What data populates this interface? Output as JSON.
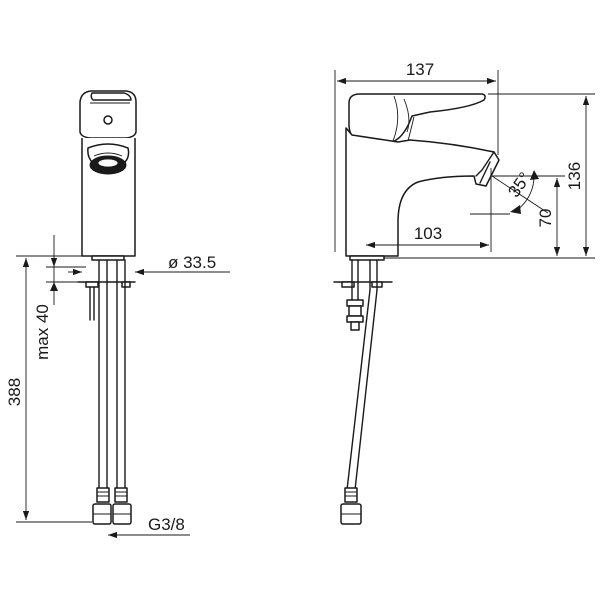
{
  "drawing": {
    "dimensions": {
      "overall_width": "137",
      "overall_height": "136",
      "spout_reach": "103",
      "spout_height": "70",
      "lever_angle": "35°",
      "body_diameter": "ø 33.5",
      "deck_thickness": "max 40",
      "hose_length": "388",
      "connection_thread": "G3/8"
    }
  }
}
